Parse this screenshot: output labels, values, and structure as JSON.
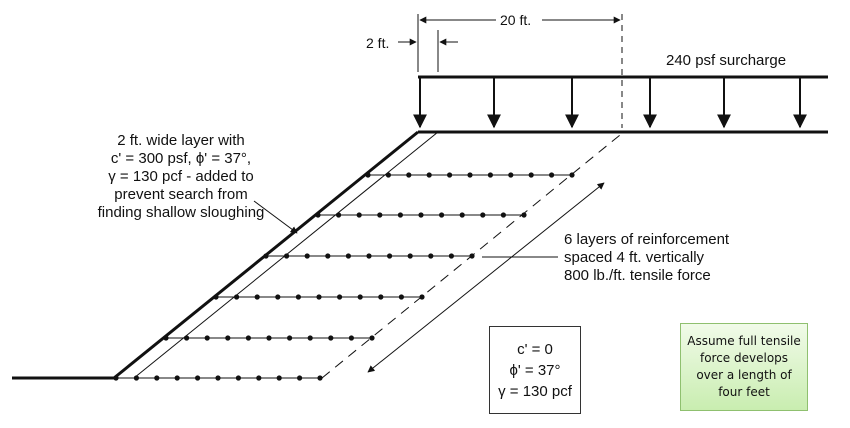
{
  "dimensions": {
    "width_label": "20 ft.",
    "offset_label": "2 ft."
  },
  "surcharge_label": "240 psf surcharge",
  "thin_layer_label": [
    "2 ft. wide layer with",
    "c' = 300 psf, ϕ' = 37°,",
    "γ = 130 pcf - added to",
    "prevent search from",
    "finding shallow sloughing"
  ],
  "reinforcement_label": [
    "6 layers of reinforcement",
    "spaced 4 ft. vertically",
    "800 lb./ft. tensile force"
  ],
  "soil_properties": [
    "c' = 0",
    "ϕ' = 37°",
    "γ = 130 pcf"
  ],
  "note": [
    "Assume full tensile",
    "force develops",
    "over a length of",
    "four feet"
  ]
}
